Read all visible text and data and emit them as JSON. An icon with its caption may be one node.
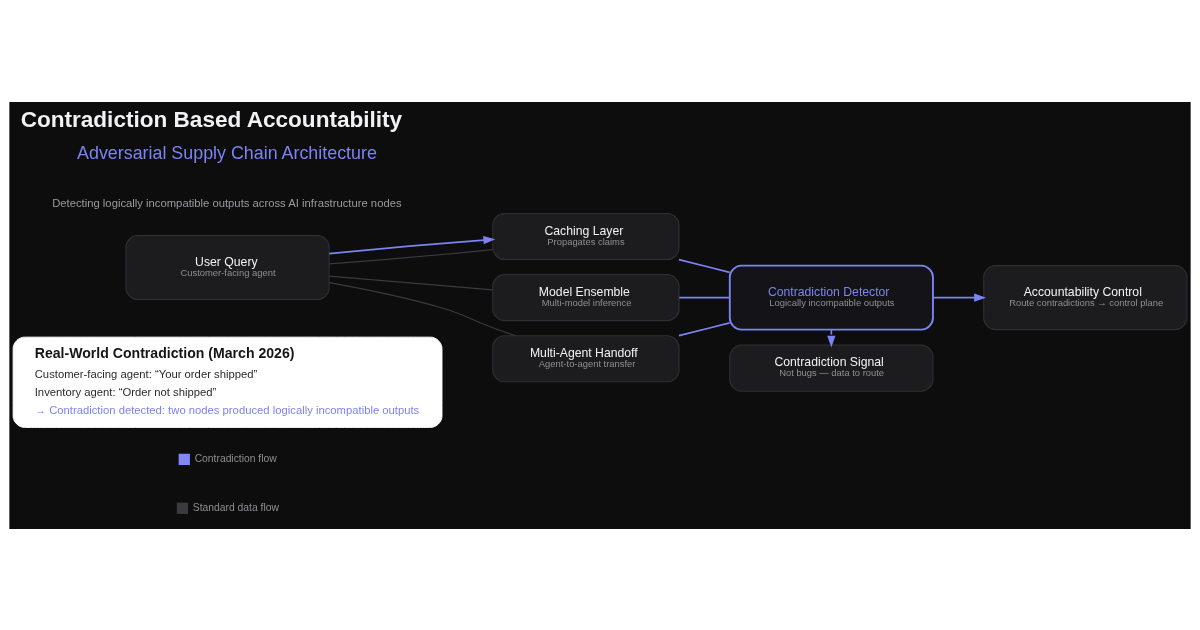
{
  "diagram": {
    "title": "Contradiction Based Accountability",
    "nodes": [
      {
        "text": [
          "User Query",
          "Customer-facing agent"
        ]
      },
      {
        "text": [
          "Caching Layer",
          "Propagates claims"
        ]
      },
      {
        "text": [
          "Model Ensemble",
          "Multi-model inference"
        ]
      },
      {
        "text": [
          "Multi-Agent Handoff",
          "Agent-to-agent transfer"
        ]
      },
      {
        "text": [
          "Contradiction Detector",
          "Logically incompatible outputs"
        ]
      },
      {
        "text": [
          "Accountability Control",
          "Route contradictions → control plane"
        ]
      },
      {
        "text": [
          "Contradiction Signal",
          "Not bugs — data to route"
        ]
      },
      {
        "text": [
          "Real-World Contradiction (March 2026)",
          "Customer-facing agent: “Your order shipped”",
          "Inventory agent: “Order not shipped”",
          "→ Contradiction detected: two nodes produced logically incompatible outputs"
        ]
      }
    ],
    "edges": [
      {
        "from": 0,
        "to": 1,
        "arrow": "none",
        "color": "#3a3a3f"
      },
      {
        "from": 0,
        "to": 1,
        "arrow": "to"
      },
      {
        "from": 0,
        "to": 2,
        "arrow": "none",
        "color": "#3a3a3f"
      },
      {
        "from": 0,
        "to": 3,
        "arrow": "none",
        "color": "#3a3a3f"
      },
      {
        "from": 1,
        "to": 4,
        "arrow": "none"
      },
      {
        "from": 2,
        "to": 4,
        "arrow": "none"
      },
      {
        "from": 3,
        "to": 4,
        "arrow": "none"
      },
      {
        "from": 4,
        "to": 5,
        "arrow": "to"
      },
      {
        "from": 4,
        "to": 6,
        "arrow": "to",
        "style": "dashed"
      }
    ],
    "labels": [
      "Adversarial Supply Chain Architecture",
      "Detecting logically incompatible outputs across AI infrastructure nodes"
    ],
    "legend": [
      {
        "text": "Contradiction flow",
        "color": "#8187f7"
      },
      {
        "text": "Standard data flow",
        "color": "#3a3a3f"
      }
    ]
  }
}
